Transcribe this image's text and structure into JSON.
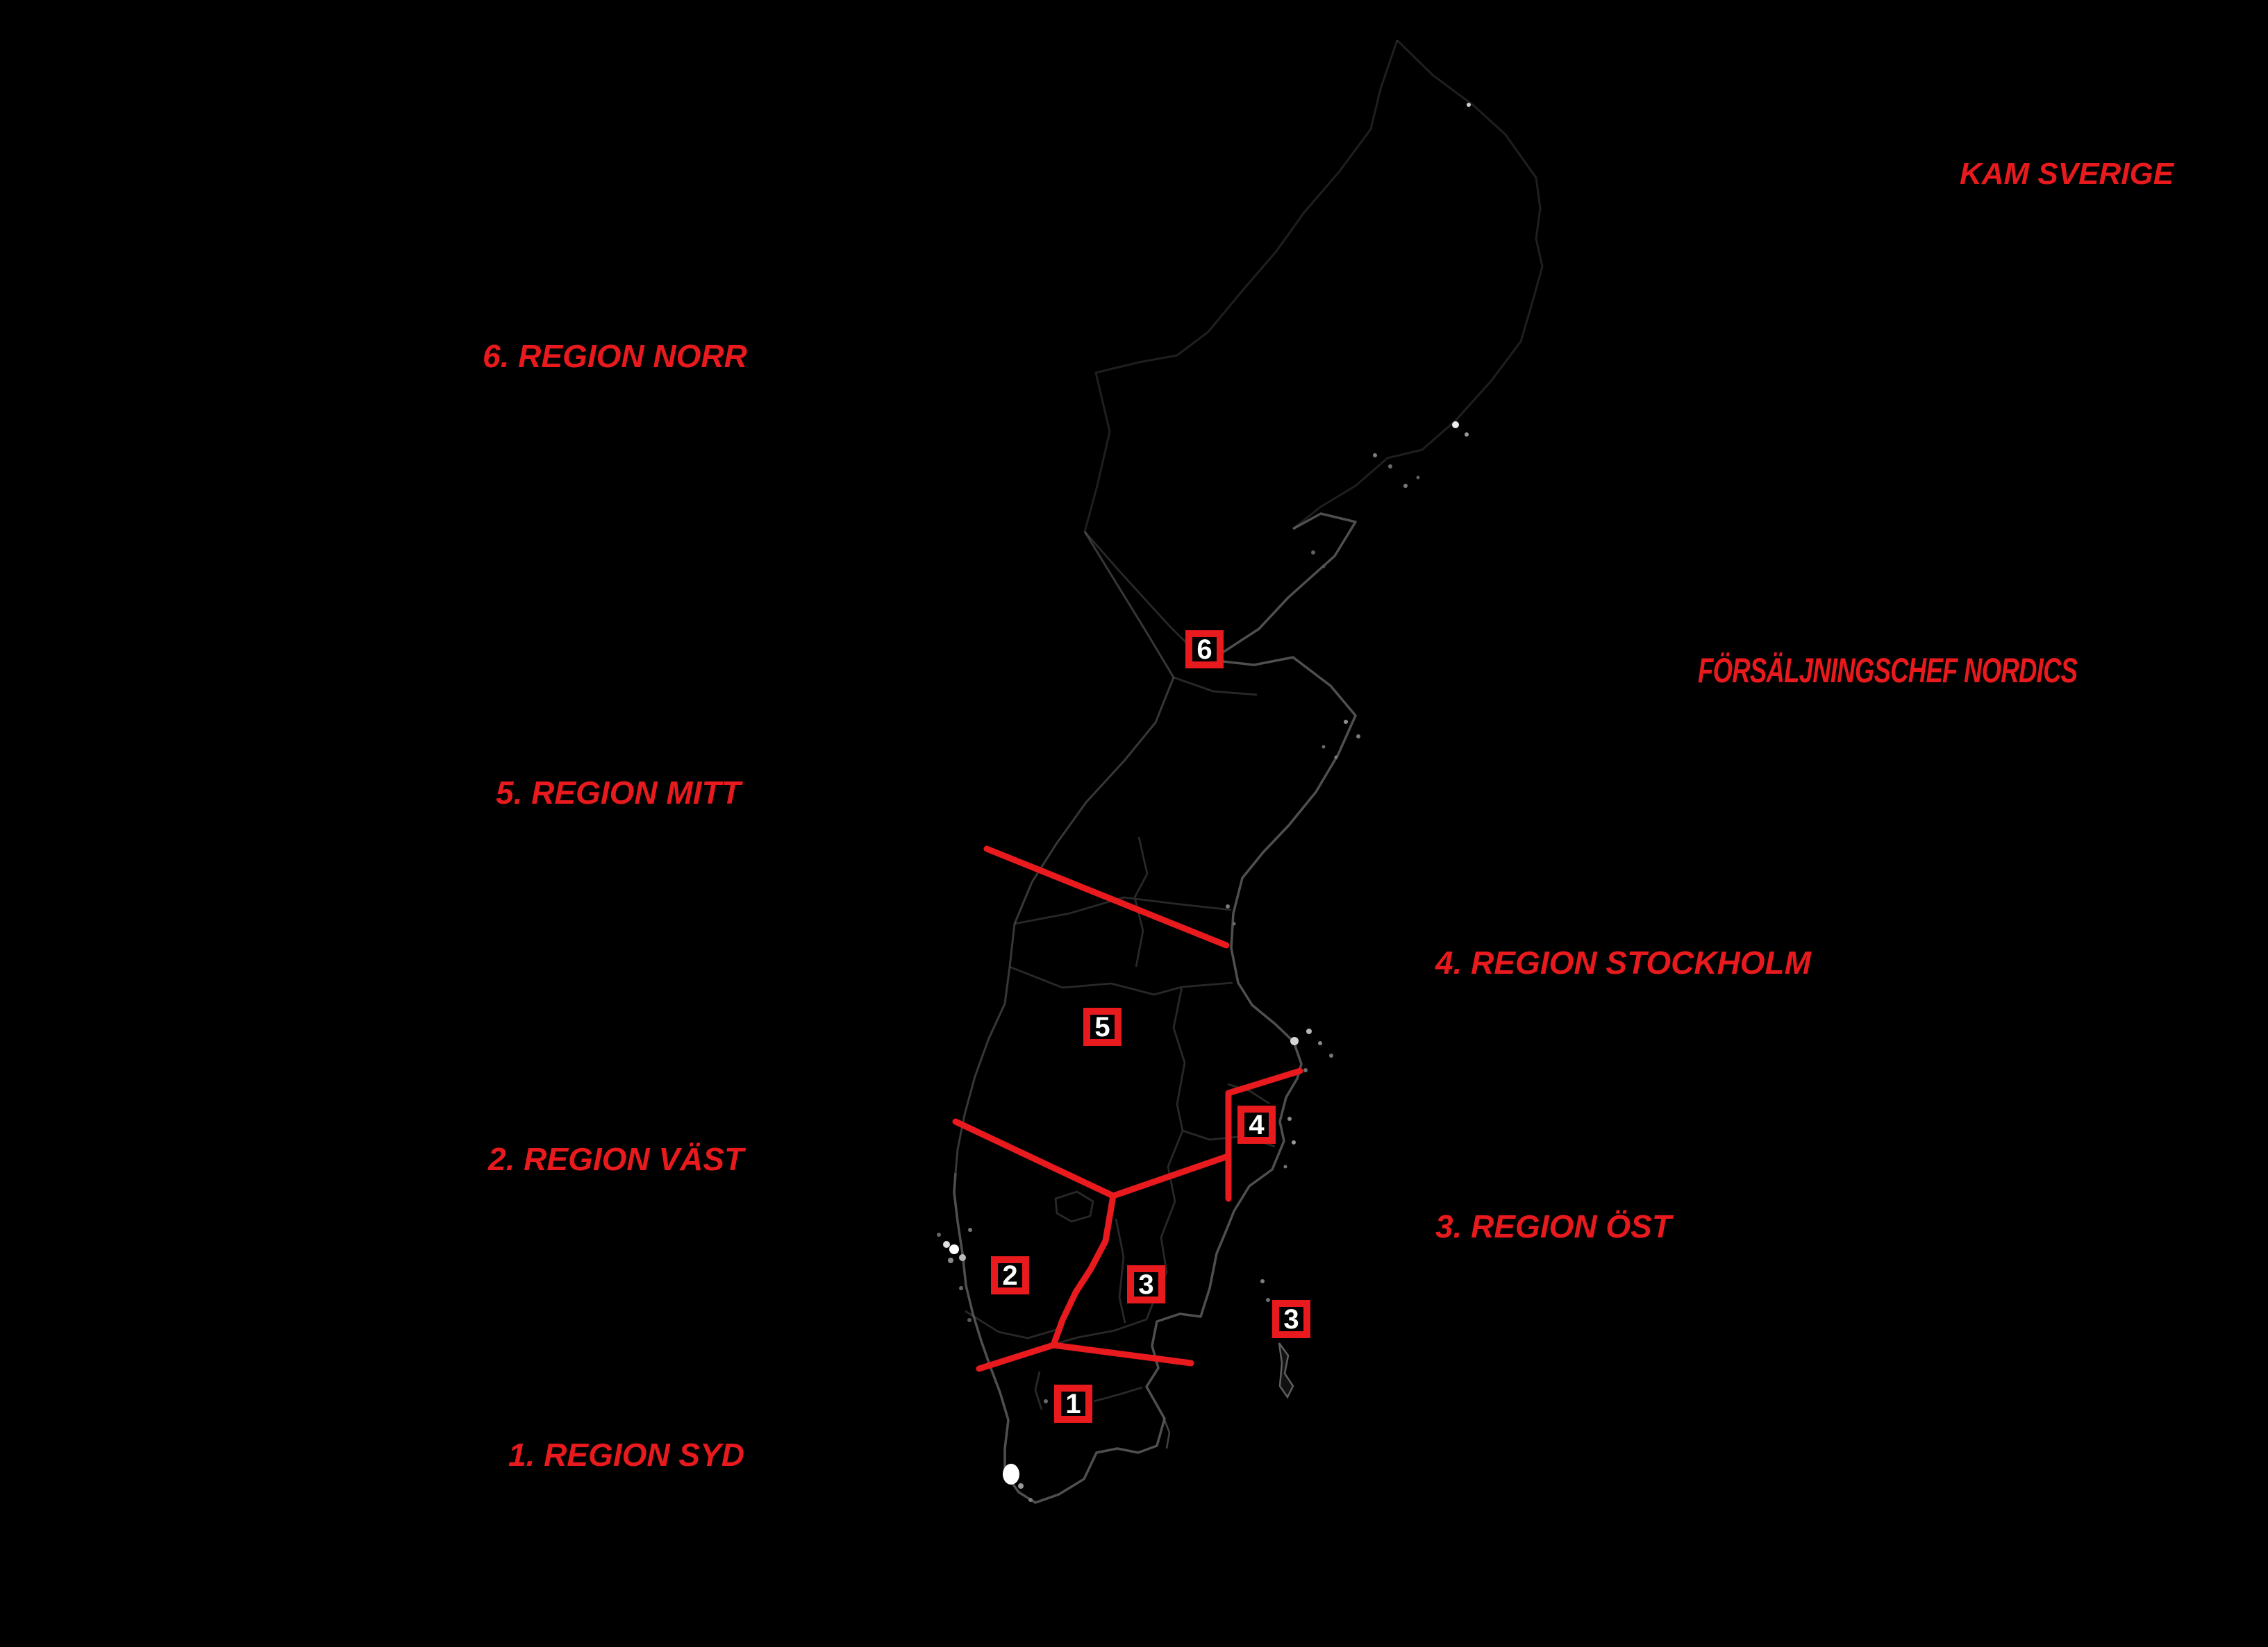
{
  "header": {
    "title": "KAM SVERIGE",
    "subtitle": "FÖRSÄLJNINGSCHEF NORDICS"
  },
  "region_labels": {
    "norr": "6. REGION NORR",
    "mitt": "5. REGION MITT",
    "vast": "2. REGION VÄST",
    "syd": "1. REGION SYD",
    "stockholm": "4. REGION STOCKHOLM",
    "ost": "3. REGION ÖST"
  },
  "markers": {
    "norr": "6",
    "mitt": "5",
    "stockholm": "4",
    "vast": "2",
    "ost_mainland": "3",
    "ost_gotland": "3",
    "syd": "1"
  },
  "colors": {
    "accent_red": "#e81a1d",
    "background": "#000000",
    "coastline_gray": "#7f7f7f",
    "marker_number_white": "#ffffff"
  }
}
